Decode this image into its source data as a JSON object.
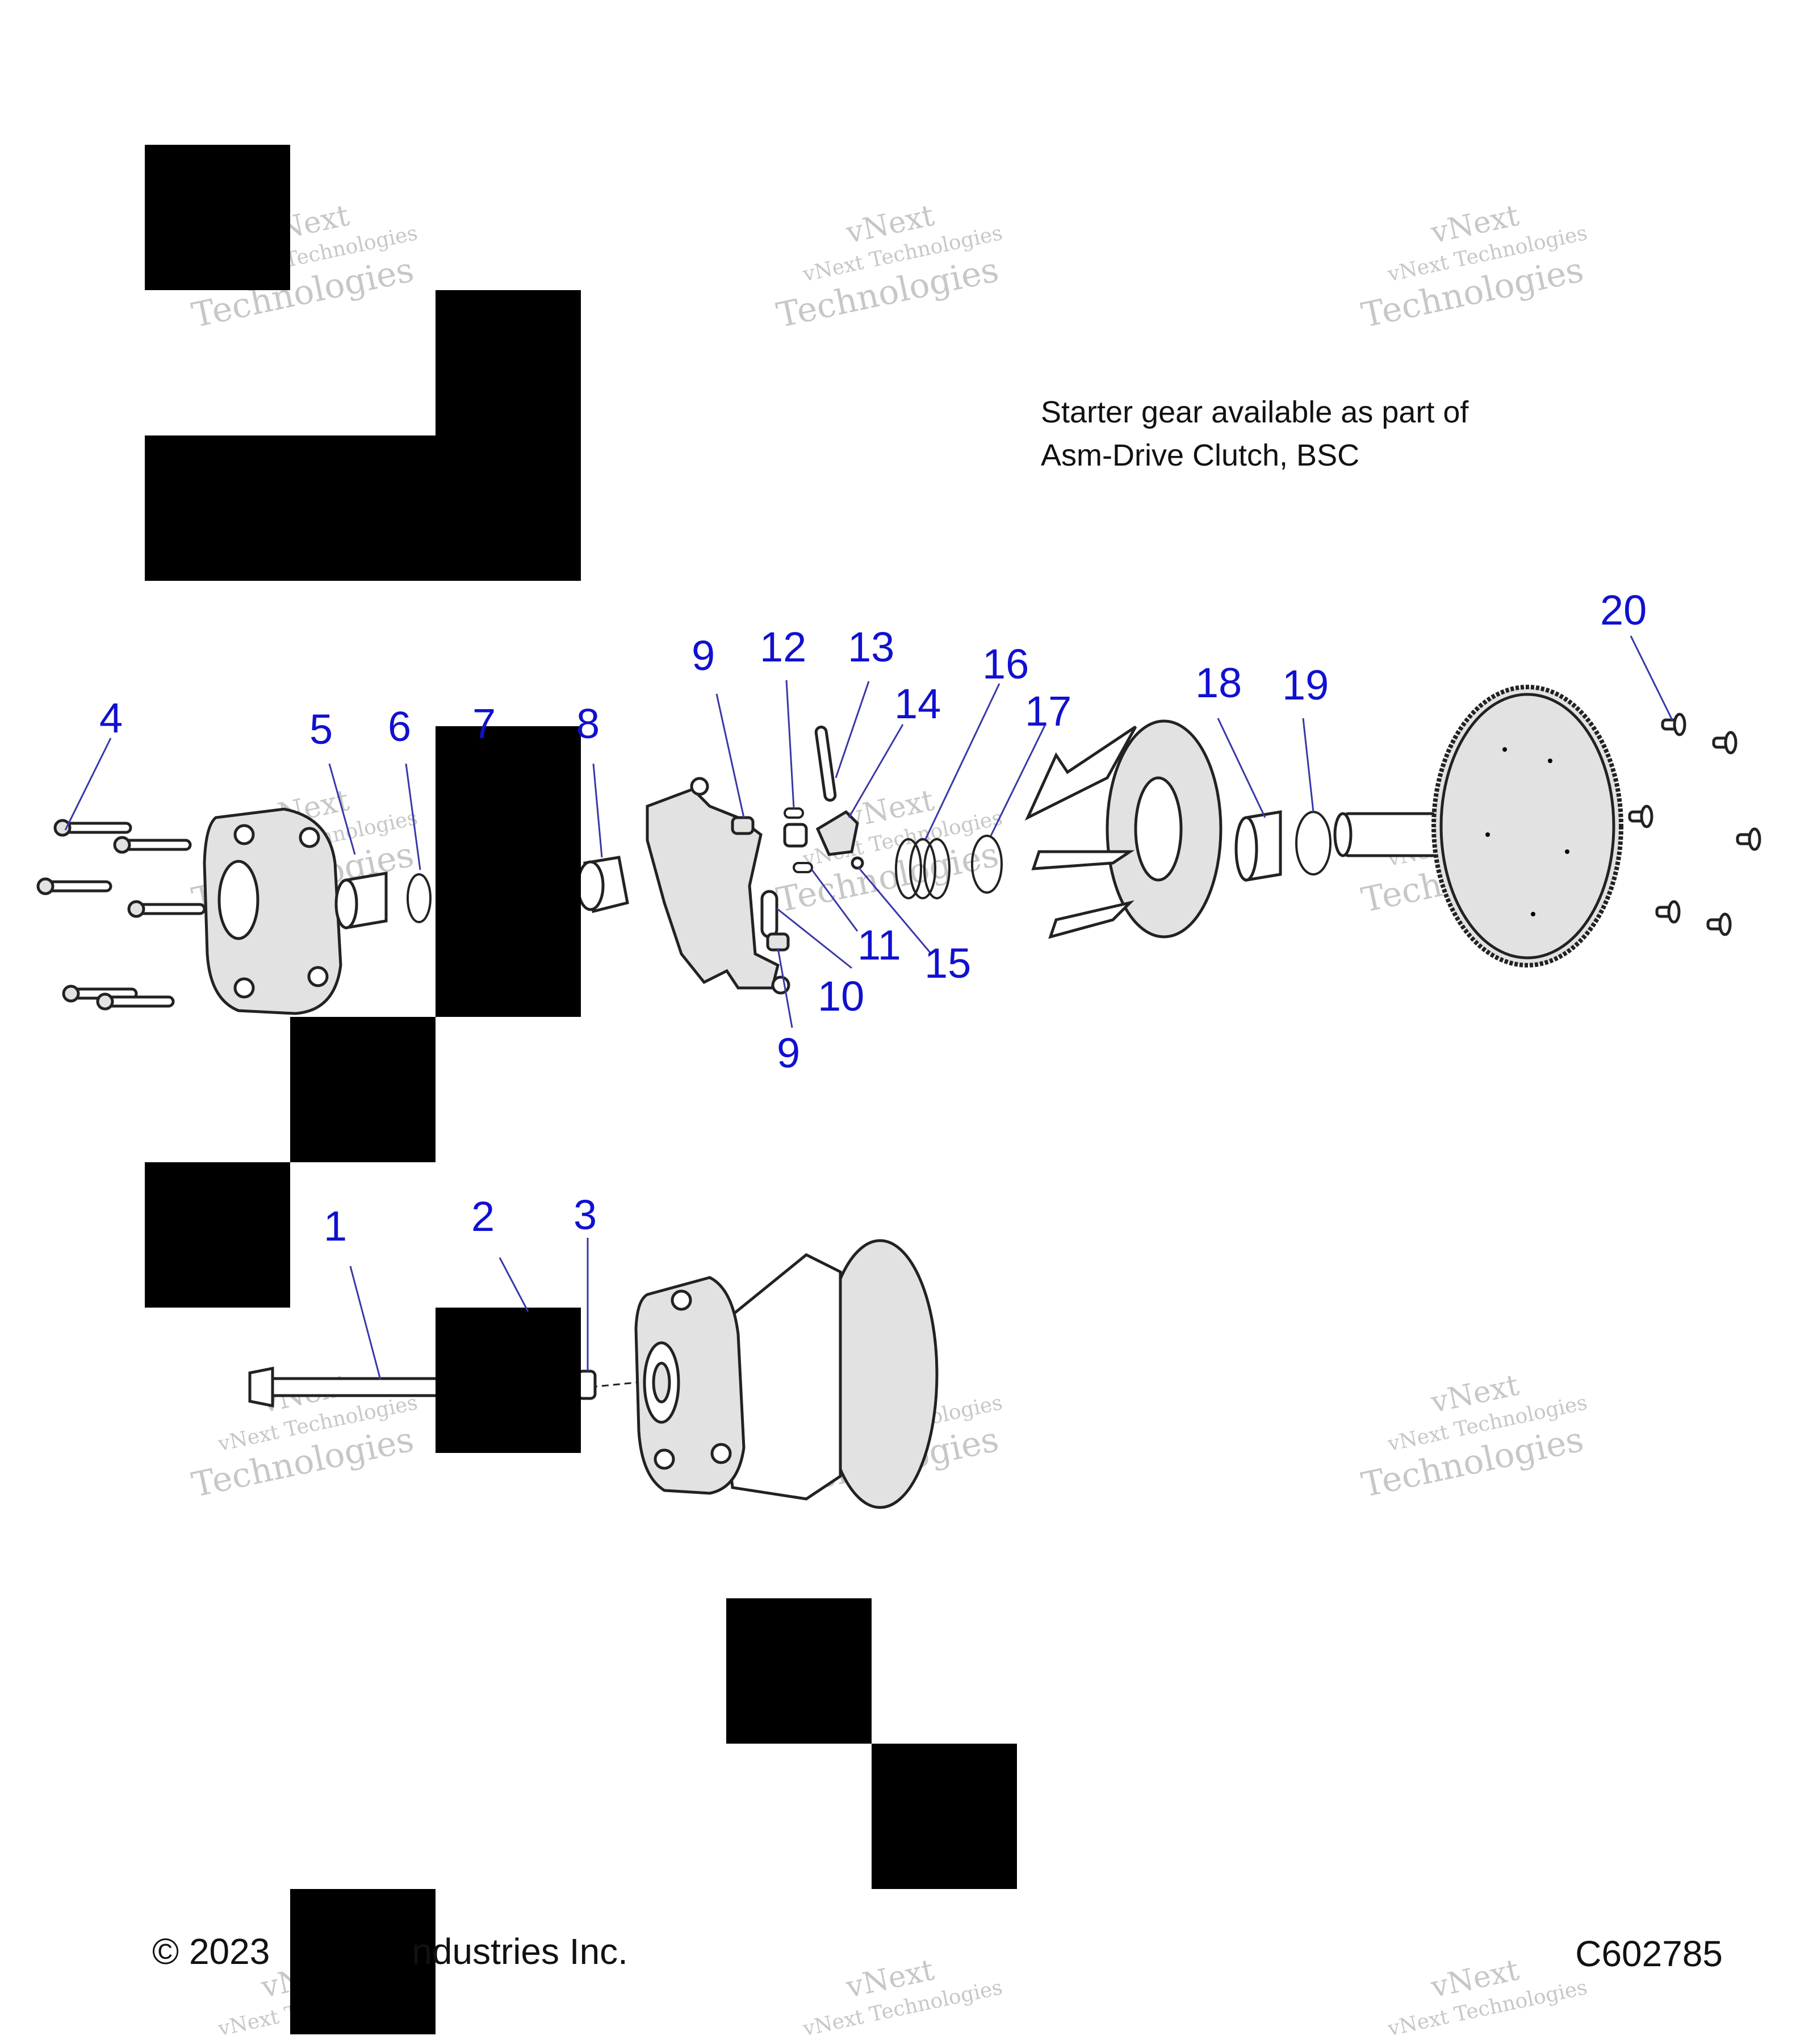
{
  "note": {
    "line1": "Starter gear available as part of",
    "line2": "Asm-Drive Clutch, BSC"
  },
  "callouts": [
    "1",
    "2",
    "3",
    "4",
    "5",
    "6",
    "7",
    "8",
    "9",
    "9",
    "10",
    "11",
    "12",
    "13",
    "14",
    "15",
    "16",
    "17",
    "18",
    "19",
    "20"
  ],
  "footer": {
    "copyright": "© 2023",
    "copyright_tail": "ndustries Inc.",
    "diagram_code": "C602785"
  },
  "watermark": {
    "line1": "vNext",
    "line2": "vNext Technologies",
    "line3": "Technologies"
  }
}
